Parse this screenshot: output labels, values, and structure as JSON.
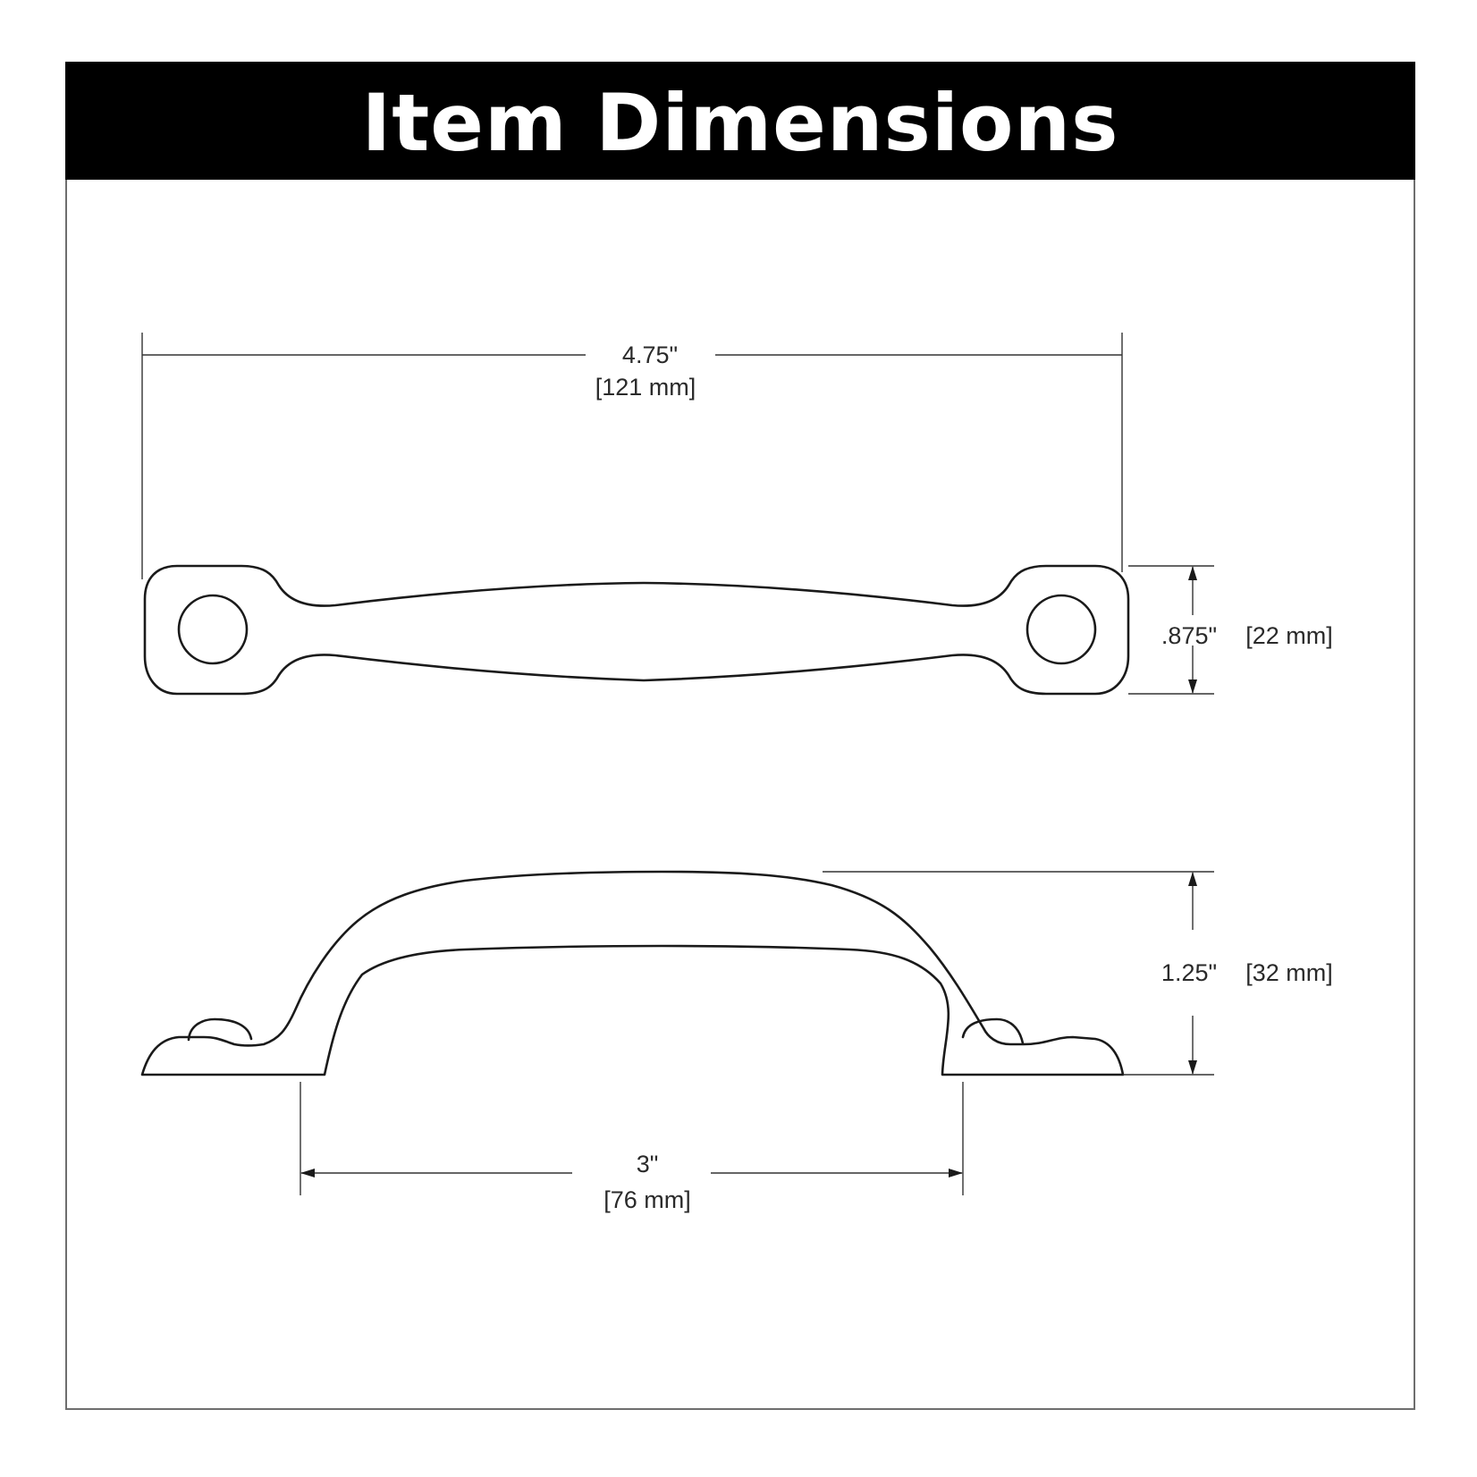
{
  "header": {
    "title": "Item Dimensions",
    "background": "#000000",
    "text_color": "#ffffff"
  },
  "dimensions": {
    "overall_length": {
      "imperial": "4.75\"",
      "metric": "[121 mm]"
    },
    "width": {
      "imperial": ".875\"",
      "metric": "[22 mm]"
    },
    "projection": {
      "imperial": "1.25\"",
      "metric": "[32 mm]"
    },
    "center_to_center": {
      "imperial": "3\"",
      "metric": "[76 mm]"
    }
  },
  "colors": {
    "line": "#1a1a1a",
    "frame": "#6e6e6e"
  }
}
